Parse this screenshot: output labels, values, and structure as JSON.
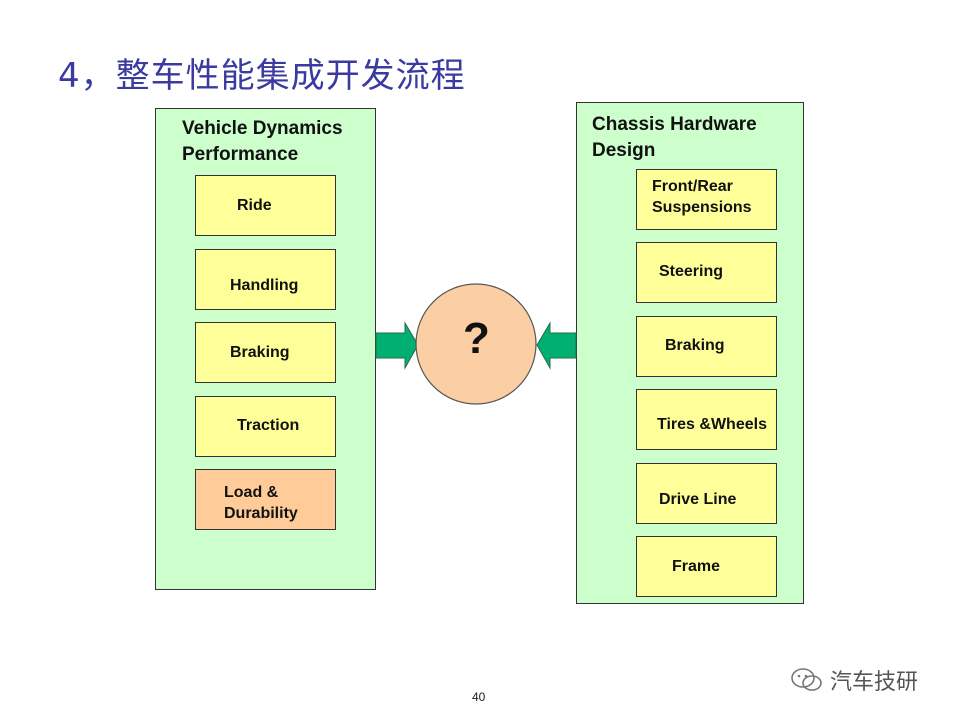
{
  "title": "4，整车性能集成开发流程",
  "left_panel": {
    "title": "Vehicle Dynamics\nPerformance",
    "items": [
      "Ride",
      "Handling",
      "Braking",
      "Traction",
      "Load &\nDurability"
    ]
  },
  "center": {
    "label": "?"
  },
  "right_panel": {
    "title": "Chassis Hardware\nDesign",
    "items": [
      "Front/Rear\nSuspensions",
      "Steering",
      "Braking",
      "Tires &Wheels",
      "Drive Line",
      "Frame"
    ]
  },
  "colors": {
    "panel_fill": "#ccffcc",
    "box_fill": "#ffff99",
    "highlight_box_fill": "#ffcc99",
    "circle_fill": "#fbcfa3",
    "arrow_fill": "#00b070",
    "title_color": "#3a3aa0"
  },
  "footer": {
    "page_number": "40",
    "watermark": "汽车技研"
  }
}
